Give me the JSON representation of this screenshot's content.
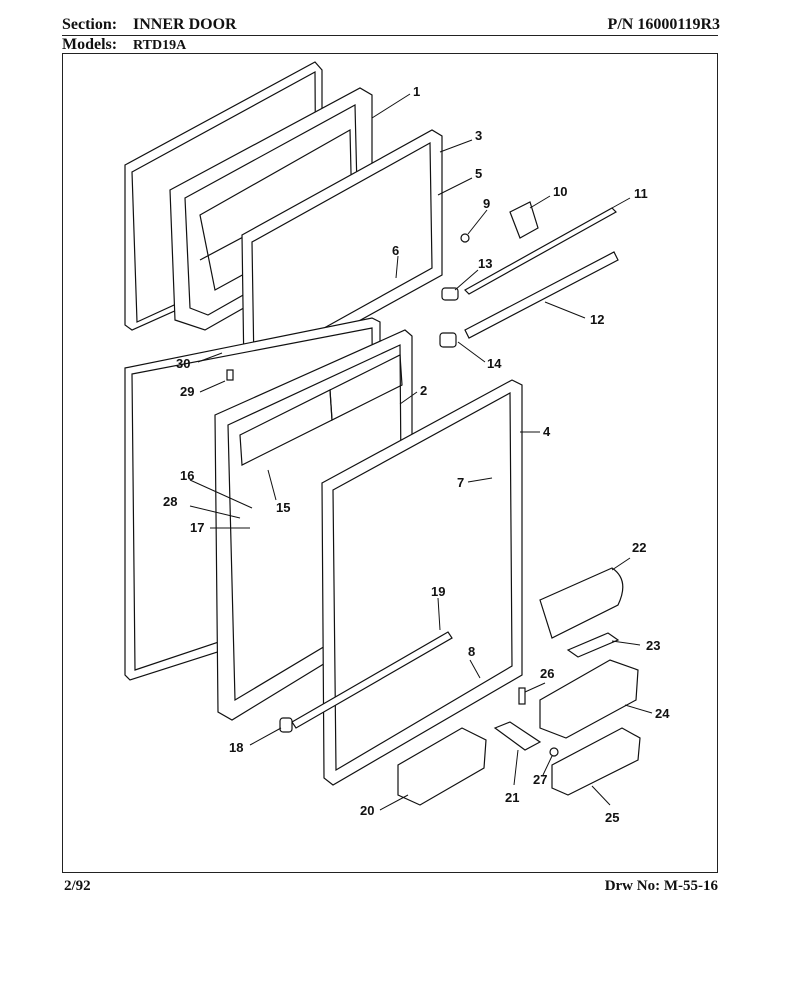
{
  "header": {
    "section_label": "Section:",
    "section_value": "INNER DOOR",
    "part_number": "P/N 16000119R3",
    "models_label": "Models:",
    "models_value": "RTD19A"
  },
  "footer": {
    "date": "2/92",
    "drawing_number": "Drw No: M-55-16"
  },
  "callouts": [
    "1",
    "2",
    "3",
    "4",
    "5",
    "6",
    "7",
    "8",
    "9",
    "10",
    "11",
    "12",
    "13",
    "14",
    "15",
    "16",
    "17",
    "18",
    "19",
    "20",
    "21",
    "22",
    "23",
    "24",
    "25",
    "26",
    "27",
    "28",
    "29",
    "30"
  ]
}
